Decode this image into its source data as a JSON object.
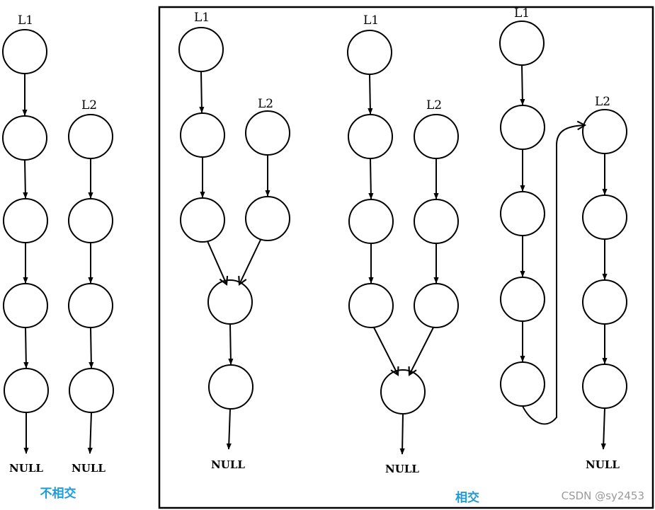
{
  "labels": {
    "l1": "L1",
    "l2": "L2",
    "null": "NULL"
  },
  "captions": {
    "not_intersect": "不相交",
    "intersect": "相交"
  },
  "watermark": "CSDN @sy2453",
  "colors": {
    "caption": "#1f9bd7",
    "watermark": "#9a9a9a",
    "stroke": "#000000"
  }
}
